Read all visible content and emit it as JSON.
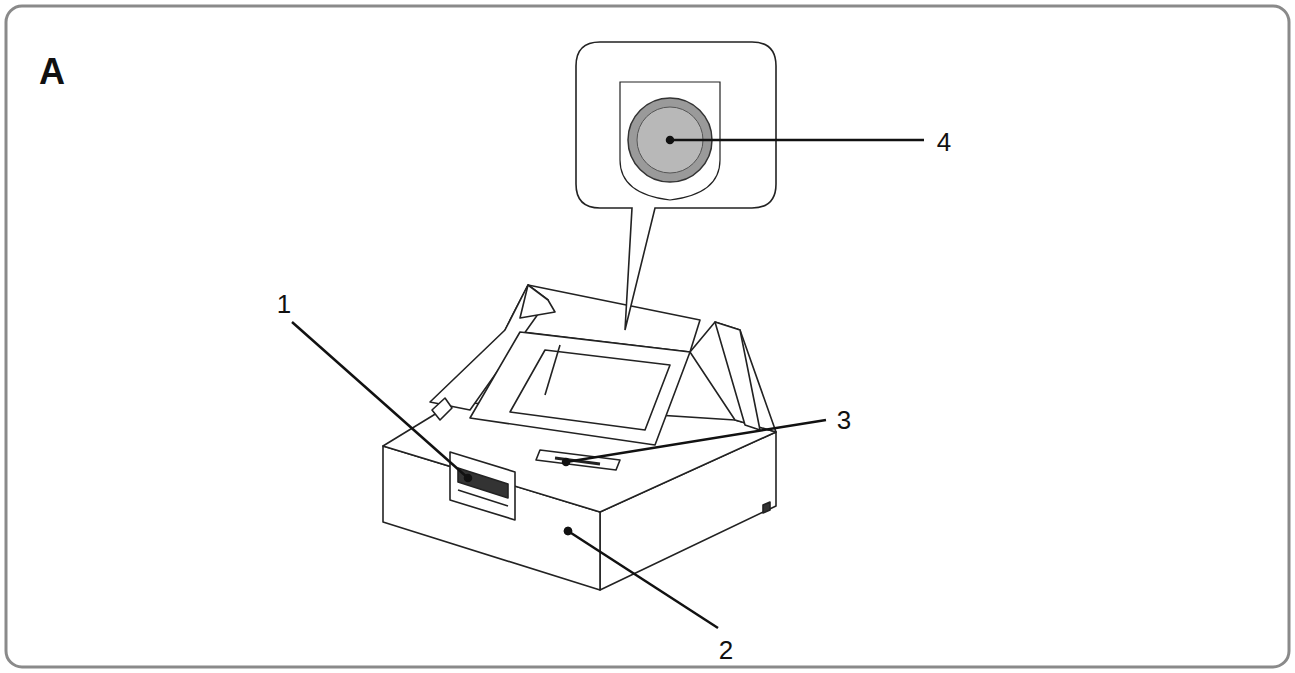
{
  "diagram": {
    "title": "A",
    "labels": [
      "1",
      "2",
      "3",
      "4"
    ]
  }
}
